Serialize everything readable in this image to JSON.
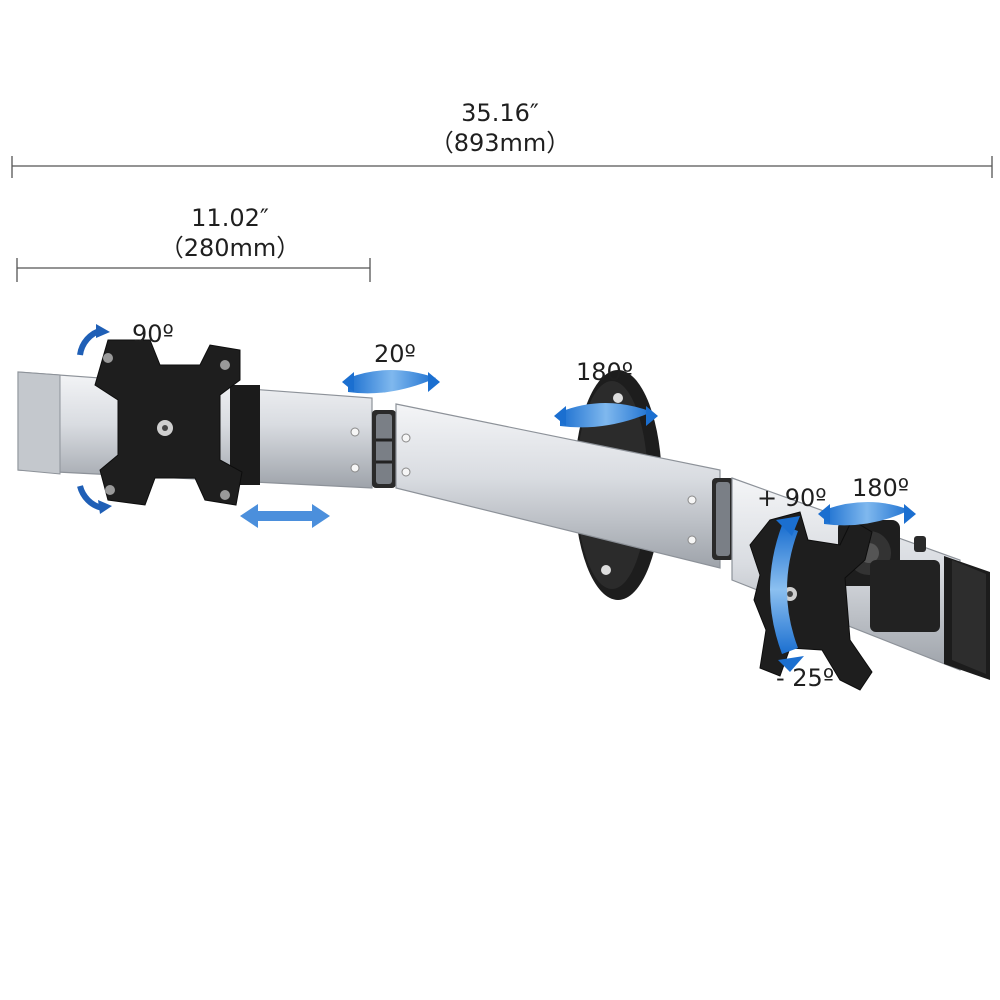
{
  "dimensions": {
    "total": {
      "inches": "35.16″",
      "mm": "（893mm）"
    },
    "segment": {
      "inches": "11.02″",
      "mm": "（280mm）"
    }
  },
  "rotation_labels": {
    "vesa_left_tilt": "90º",
    "joint_swivel": "20º",
    "wall_mount_swivel": "180º",
    "right_plate_swivel": "180º",
    "right_tilt_up": "+ 90º",
    "right_tilt_down": "- 25º"
  },
  "colors": {
    "arrow_blue": "#2f86d6",
    "arrow_dark_blue": "#1f5fb6",
    "aluminum": "#d8dbe0",
    "plate": "#1e1e1e"
  },
  "icons": [
    "rotate-arrow-icon",
    "slide-arrow-icon"
  ]
}
